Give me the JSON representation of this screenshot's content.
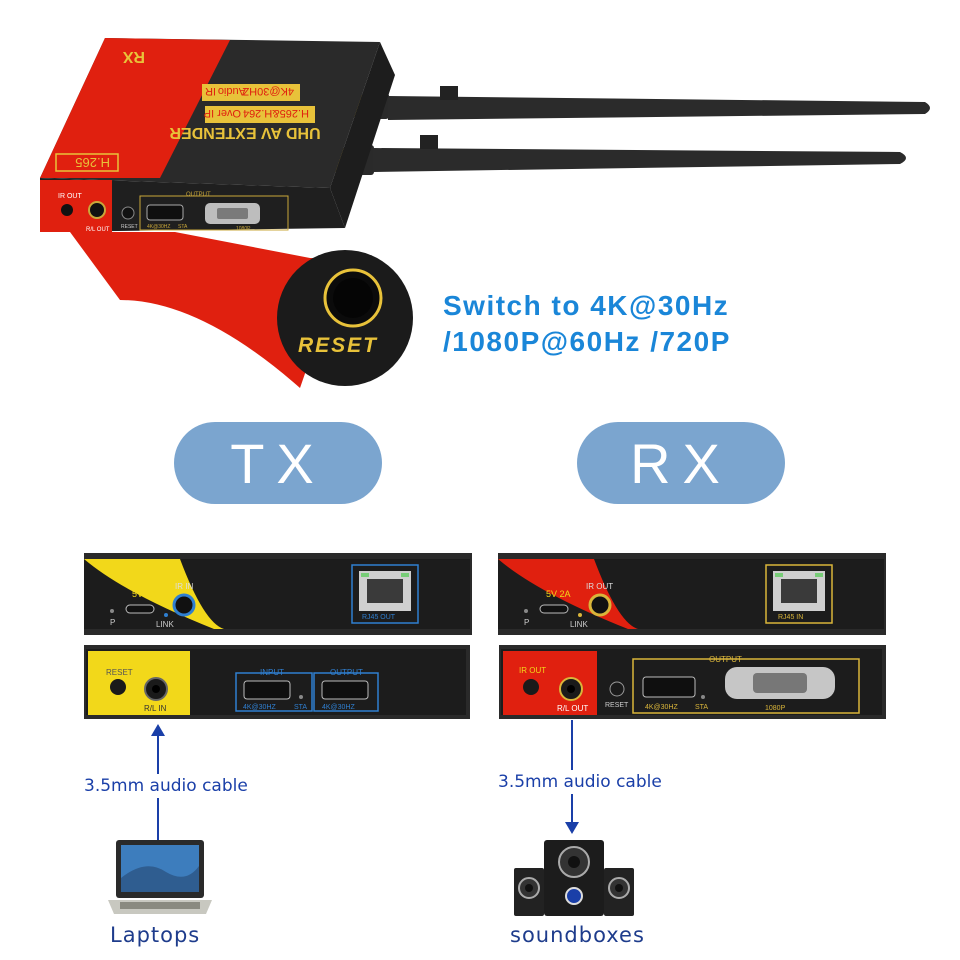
{
  "top_device": {
    "model": "RX",
    "badge": "H.265",
    "title": "UHD AV EXTENDER",
    "feature_1": "4K@30HZ",
    "feature_2": "Audio",
    "feature_3": "IR",
    "feature_4": "H.265&H.264",
    "feature_5": "Over IP",
    "port_ir_out": "IR OUT",
    "port_rl_out": "R/L OUT",
    "port_reset": "RESET",
    "port_output": "OUTPUT",
    "port_4k": "4K@30HZ",
    "port_sta": "STA",
    "port_1080p": "1080P"
  },
  "zoom": {
    "label": "RESET"
  },
  "headline": {
    "line1": "Switch to 4K@30Hz",
    "line2": "/1080P@60Hz /720P"
  },
  "tx": {
    "pill": "TX",
    "rear": {
      "power": "5V 2A",
      "ir_in": "IR IN",
      "p": "P",
      "link": "LINK",
      "rj45": "RJ45 OUT"
    },
    "front": {
      "reset": "RESET",
      "rl_in": "R/L IN",
      "input": "INPUT",
      "output": "OUTPUT",
      "in_4k": "4K@30HZ",
      "sta": "STA",
      "out_4k": "4K@30HZ"
    },
    "cable": "3.5mm audio cable",
    "device": "Laptops"
  },
  "rx": {
    "pill": "RX",
    "rear": {
      "power": "5V 2A",
      "ir_out": "IR OUT",
      "p": "P",
      "link": "LINK",
      "rj45": "RJ45 IN"
    },
    "front": {
      "ir_out": "IR OUT",
      "rl_out": "R/L OUT",
      "reset": "RESET",
      "output": "OUTPUT",
      "k4": "4K@30HZ",
      "sta": "STA",
      "p1080": "1080P"
    },
    "cable": "3.5mm audio cable",
    "device": "soundboxes"
  },
  "colors": {
    "accent_blue": "#1a86d8",
    "pill_blue": "#7ba5cf",
    "tx_yellow": "#f2d81a",
    "rx_red": "#e02010",
    "body_dark": "#2a2a2a",
    "port_gold": "#d9b53a",
    "port_blue": "#2f7fd0"
  }
}
